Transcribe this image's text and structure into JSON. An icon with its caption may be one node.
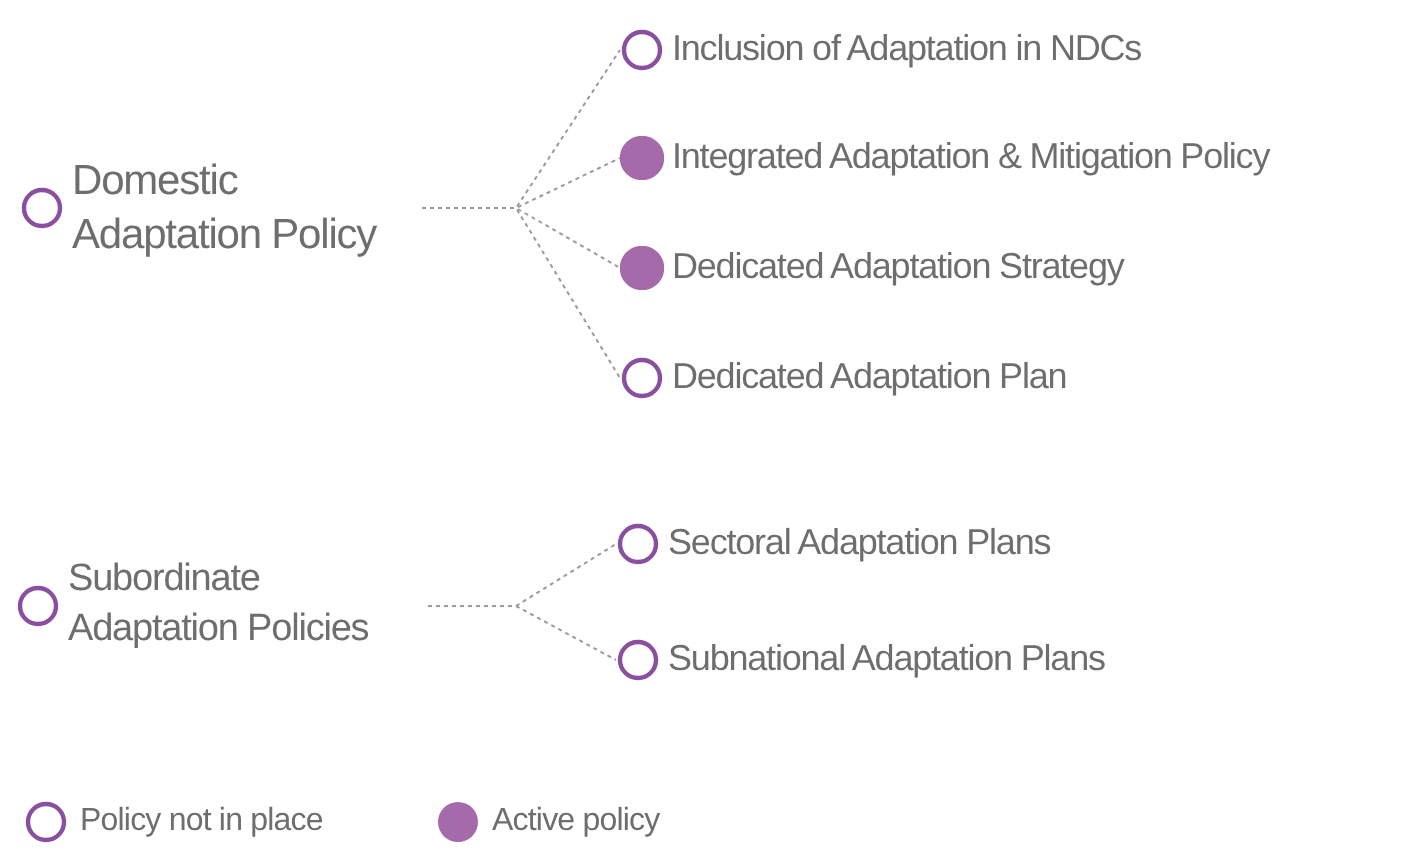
{
  "diagram": {
    "nodes": [
      {
        "text": [
          "Domestic Adaptation Policy"
        ]
      },
      {
        "text": [
          "Inclusion of Adaptation in NDCs"
        ]
      },
      {
        "text": [
          "Integrated Adaptation & Mitigation Policy"
        ]
      },
      {
        "text": [
          "Dedicated Adaptation Strategy"
        ]
      },
      {
        "text": [
          "Dedicated Adaptation Plan"
        ]
      },
      {
        "text": [
          "Subordinate Adaptation Policies"
        ]
      },
      {
        "text": [
          "Sectoral Adaptation Plans"
        ]
      },
      {
        "text": [
          "Subnational Adaptation Plans"
        ]
      }
    ],
    "edges": [
      {
        "from": 0,
        "to": 1,
        "arrow": "none",
        "style": "dashed"
      },
      {
        "from": 0,
        "to": 2,
        "arrow": "none",
        "style": "dashed"
      },
      {
        "from": 0,
        "to": 3,
        "arrow": "none",
        "style": "dashed"
      },
      {
        "from": 0,
        "to": 4,
        "arrow": "none",
        "style": "dashed"
      },
      {
        "from": 5,
        "to": 6,
        "arrow": "none",
        "style": "dashed"
      },
      {
        "from": 5,
        "to": 7,
        "arrow": "none",
        "style": "dashed"
      }
    ],
    "legend": [
      {
        "text": "Policy not in place"
      },
      {
        "text": "Active policy",
        "color": "#a56aaa"
      }
    ]
  }
}
